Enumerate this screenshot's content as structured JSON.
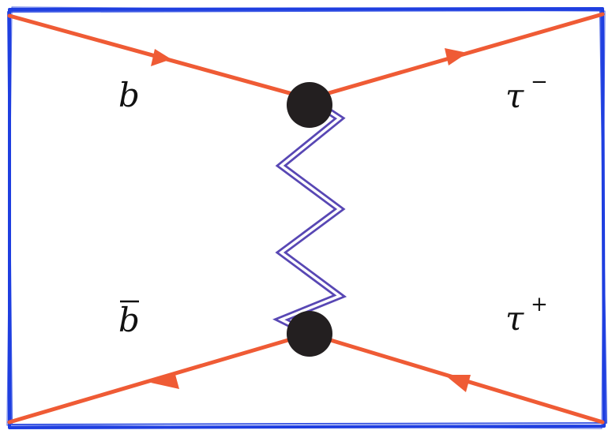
{
  "colors": {
    "background": "#ffffff",
    "frame": "#1f3fe0",
    "fermion": "#ef5b35",
    "propagator": "#5847b4",
    "vertex": "#231f20",
    "text": "#111111"
  },
  "labels": {
    "top_left": {
      "base": "b",
      "bar": false
    },
    "bottom_left": {
      "base": "b",
      "bar": true
    },
    "top_right": {
      "base": "τ",
      "sup": "−"
    },
    "bottom_right": {
      "base": "τ",
      "sup": "+"
    }
  }
}
